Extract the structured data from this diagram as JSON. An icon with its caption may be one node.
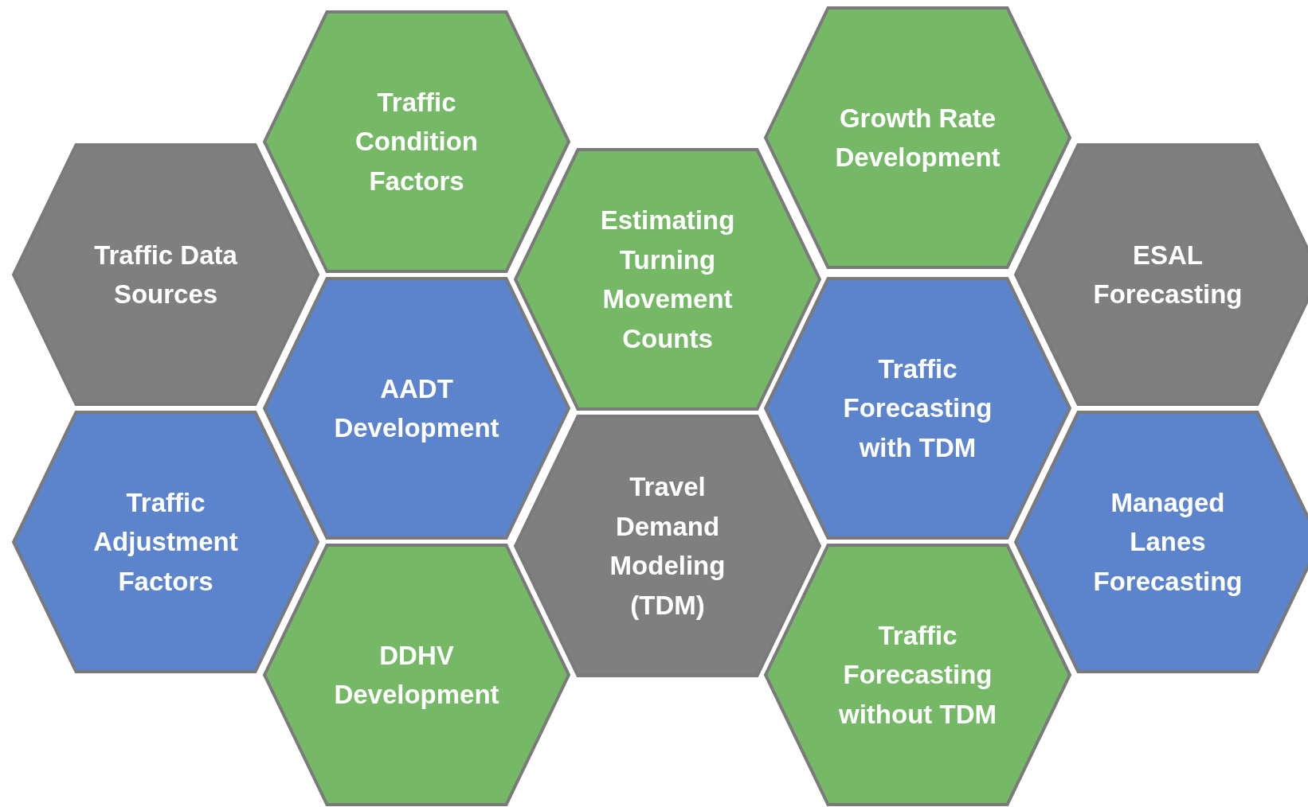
{
  "diagram": {
    "nodes": [
      {
        "text": [
          "Traffic Data Sources"
        ]
      },
      {
        "text": [
          "Traffic Adjustment Factors"
        ]
      },
      {
        "text": [
          "Traffic Condition Factors"
        ]
      },
      {
        "text": [
          "AADT Development"
        ]
      },
      {
        "text": [
          "DDHV Development"
        ]
      },
      {
        "text": [
          "Estimating Turning Movement Counts"
        ]
      },
      {
        "text": [
          "Travel Demand Modeling (TDM)"
        ]
      },
      {
        "text": [
          "Growth Rate Development"
        ]
      },
      {
        "text": [
          "Traffic Forecasting with TDM"
        ]
      },
      {
        "text": [
          "Traffic Forecasting without TDM"
        ]
      },
      {
        "text": [
          "ESAL Forecasting"
        ]
      },
      {
        "text": [
          "Managed Lanes Forecasting"
        ]
      }
    ]
  }
}
